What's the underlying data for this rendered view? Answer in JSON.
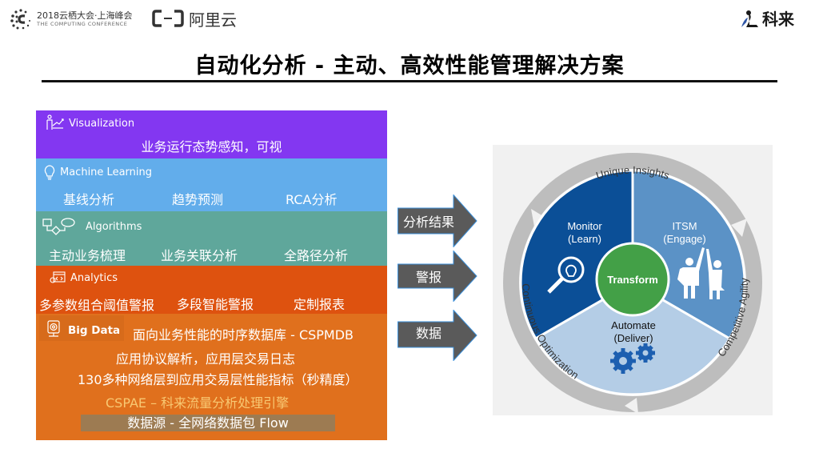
{
  "header": {
    "conference_title": "2018云栖大会·上海峰会",
    "conference_subtitle": "THE COMPUTING CONFERENCE",
    "aliyun_brand": "阿里云",
    "colasoft_brand": "科来"
  },
  "page_title": "自动化分析 - 主动、高效性能管理解决方案",
  "layers": [
    {
      "label": "Visualization",
      "icon": "visualization-icon",
      "color": "#8337f1",
      "rows": [
        "业务运行态势感知，可视"
      ]
    },
    {
      "label": "Machine Learning",
      "icon": "lightbulb-icon",
      "color": "#62adeb",
      "rows": [
        "基线分析",
        "趋势预测",
        "RCA分析"
      ]
    },
    {
      "label": "Algorithms",
      "icon": "flowchart-icon",
      "color": "#5fa79b",
      "rows": [
        "主动业务梳理",
        "业务关联分析",
        "全路径分析"
      ]
    },
    {
      "label": "Analytics",
      "icon": "code-window-icon",
      "color": "#de520f",
      "rows": [
        "多参数组合阈值警报",
        "多段智能警报",
        "定制报表"
      ]
    },
    {
      "label": "Big Data",
      "icon": "database-monitor-icon",
      "color": "#e0701d",
      "rows": [
        "面向业务性能的时序数据库 - CSPMDB",
        "应用协议解析，应用层交易日志",
        "130多种网络层到应用交易层性能指标（秒精度）",
        "CSPAE – 科来流量分析处理引擎"
      ],
      "data_source": "数据源 - 全网络数据包 Flow"
    }
  ],
  "arrows": [
    "分析结果",
    "警报",
    "数据"
  ],
  "cycle": {
    "outer_labels": [
      "Unique Insights",
      "Competitive Agility",
      "Continuous Optimization"
    ],
    "segments": [
      {
        "title": "Monitor",
        "subtitle": "(Learn)",
        "color": "#0b4f97"
      },
      {
        "title": "ITSM",
        "subtitle": "(Engage)",
        "color": "#5b92c6"
      },
      {
        "title": "Automate",
        "subtitle": "(Deliver)",
        "color": "#b4cde6"
      }
    ],
    "center": "Transform",
    "center_color": "#43a047"
  }
}
